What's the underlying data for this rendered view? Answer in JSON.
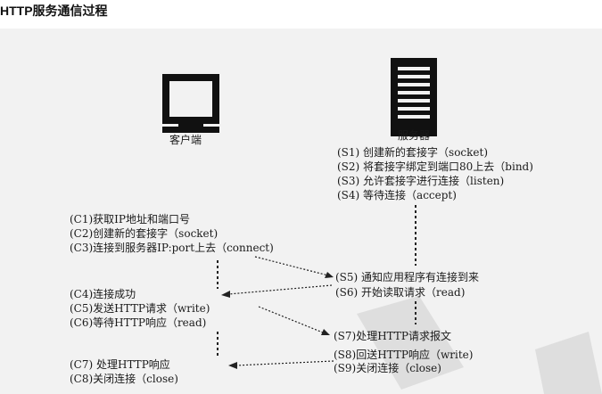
{
  "page_title": "HTTP服务通信过程",
  "client": {
    "label": "客户端",
    "steps": [
      "(C1)获取IP地址和端口号",
      "(C2)创建新的套接字（socket)",
      "(C3)连接到服务器IP:port上去（connect)",
      "(C4)连接成功",
      "(C5)发送HTTP请求（write)",
      "(C6)等待HTTP响应（read)",
      "(C7) 处理HTTP响应",
      "(C8)关闭连接（close)"
    ]
  },
  "server": {
    "label": "服务器",
    "steps": [
      "(S1) 创建新的套接字（socket)",
      "(S2) 将套接字绑定到端口80上去（bind)",
      "(S3) 允许套接字进行连接（listen)",
      "(S4) 等待连接（accept)",
      "(S5) 通知应用程序有连接到来",
      "(S6) 开始读取请求（read)",
      "(S7)处理HTTP请求报文",
      "(S8)回送HTTP响应（write)",
      "(S9)关闭连接（close)"
    ]
  },
  "colors": {
    "figure_bg": "#f2f2f2",
    "ink": "#1a1a1a"
  },
  "icons": {
    "client": "computer-monitor-icon",
    "server": "server-tower-icon"
  }
}
